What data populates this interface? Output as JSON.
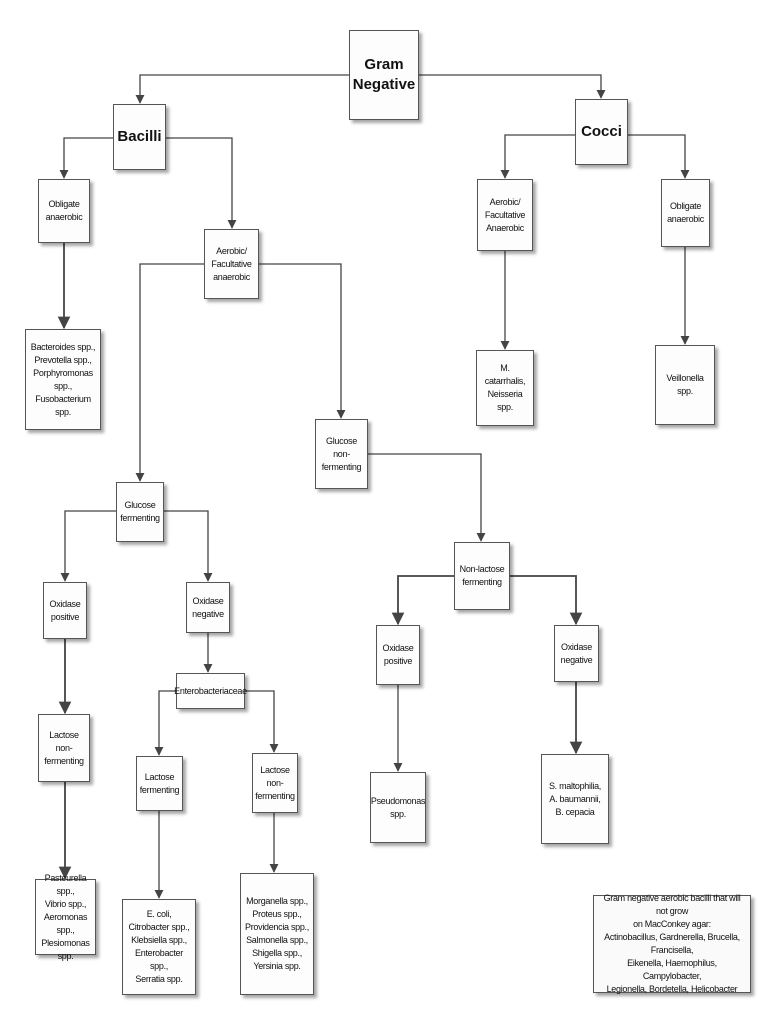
{
  "diagram": {
    "gram_negative": "Gram\nNegative",
    "bacilli": "Bacilli",
    "cocci": "Cocci",
    "bacilli_obligate_anaerobic": "Obligate\nanaerobic",
    "bacilli_obligate_anaerobic_species": "Bacteroides spp.,\nPrevotella spp.,\nPorphyromonas spp.,\nFusobacterium spp.",
    "bacilli_aerobic_facultative": "Aerobic/\nFacultative\nanaerobic",
    "cocci_aerobic_facultative": "Aerobic/\nFacultative\nAnaerobic",
    "cocci_aerobic_species": "M. catarrhalis,\nNeisseria spp.",
    "cocci_obligate_anaerobic": "Obligate\nanaerobic",
    "cocci_obligate_species": "Veillonella spp.",
    "glucose_fermenting": "Glucose\nfermenting",
    "glucose_non_fermenting": "Glucose non-\nfermenting",
    "non_lactose_fermenting_top": "Non-lactose\nfermenting",
    "gf_oxidase_positive": "Oxidase\npositive",
    "gf_oxidase_negative": "Oxidase\nnegative",
    "enterobacteriaceae": "Enterobacteriaceae",
    "gf_lactose_non_fermenting": "Lactose non-\nfermenting",
    "gf_oxpos_species": "Pasteurella spp.,\nVibrio spp.,\nAeromonas spp.,\nPlesiomonas spp.",
    "entero_lactose_fermenting": "Lactose\nfermenting",
    "entero_lactose_non_fermenting": "Lactose\nnon-\nfermenting",
    "entero_lf_species": "E. coli,\nCitrobacter spp.,\nKlebsiella spp.,\nEnterobacter spp.,\nSerratia spp.",
    "entero_lnf_species": "Morganella spp.,\nProteus spp.,\nProvidencia spp.,\nSalmonella spp.,\nShigella spp.,\nYersinia spp.",
    "gnf_oxidase_positive": "Oxidase\npositive",
    "gnf_oxidase_negative": "Oxidase\nnegative",
    "gnf_oxpos_species": "Pseudomonas\nspp.",
    "gnf_oxneg_species": "S. maltophilia,\nA. baumannii,\nB. cepacia",
    "note": "Gram negative aerobic bacilli that will not grow\non MacConkey agar:\nActinobacillus, Gardnerella, Brucella, Francisella,\nEikenella, Haemophilus, Campylobacter,\nLegionella, Bordetella, Helicobacter"
  },
  "colors": {
    "line": "#444444",
    "box_border": "#555555",
    "text": "#111111"
  }
}
